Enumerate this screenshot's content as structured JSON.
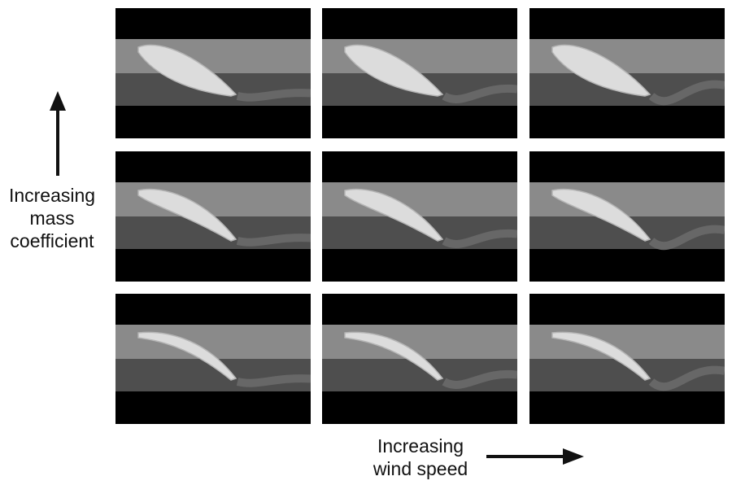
{
  "labels": {
    "y_line1": "Increasing",
    "y_line2": "mass",
    "y_line3": "coefficient",
    "x_line1": "Increasing",
    "x_line2": "wind speed"
  },
  "grid": {
    "rows": 3,
    "cols": 3,
    "panels": [
      {
        "row": 0,
        "col": 0,
        "name": "panel-r1c1"
      },
      {
        "row": 0,
        "col": 1,
        "name": "panel-r1c2"
      },
      {
        "row": 0,
        "col": 2,
        "name": "panel-r1c3"
      },
      {
        "row": 1,
        "col": 0,
        "name": "panel-r2c1"
      },
      {
        "row": 1,
        "col": 1,
        "name": "panel-r2c2"
      },
      {
        "row": 1,
        "col": 2,
        "name": "panel-r2c3"
      },
      {
        "row": 2,
        "col": 0,
        "name": "panel-r3c1"
      },
      {
        "row": 2,
        "col": 1,
        "name": "panel-r3c2"
      },
      {
        "row": 2,
        "col": 2,
        "name": "panel-r3c3"
      }
    ]
  },
  "colors": {
    "background": "#000000",
    "upper_band": "#8a8a8a",
    "lower_band": "#4e4e4e",
    "object": "#dcdcdc",
    "wake": "#6a6a6a",
    "arrow": "#111111"
  }
}
